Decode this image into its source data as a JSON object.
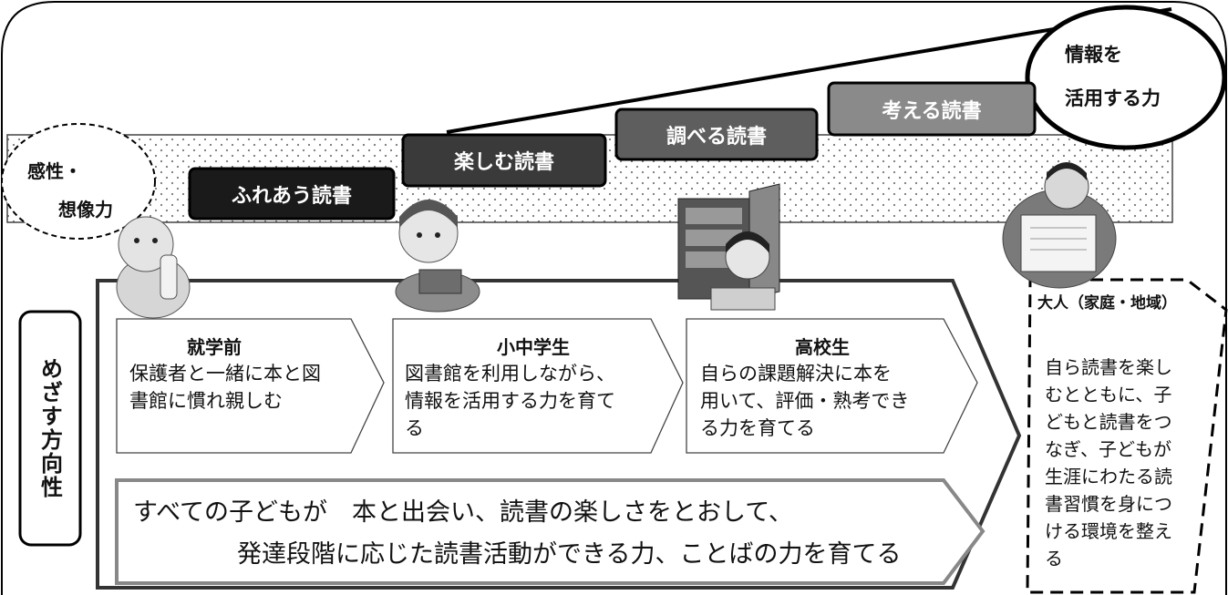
{
  "top": {
    "left_circle": [
      "感性・",
      "想像力"
    ],
    "right_circle": [
      "情報を",
      "活用する力"
    ]
  },
  "steps": [
    {
      "label": "ふれあう読書",
      "fill": "#1a1a1a"
    },
    {
      "label": "楽しむ読書",
      "fill": "#3a3a3a"
    },
    {
      "label": "調べる読書",
      "fill": "#5e5e5e"
    },
    {
      "label": "考える読書",
      "fill": "#8a8a8a"
    }
  ],
  "side_label": "めざす方向性",
  "stages": [
    {
      "title": "就学前",
      "lines": [
        "保護者と一緒に本と図",
        "書館に慣れ親しむ"
      ]
    },
    {
      "title": "小中学生",
      "lines": [
        "図書館を利用しながら、",
        "情報を活用する力を育て",
        "る"
      ]
    },
    {
      "title": "高校生",
      "lines": [
        "自らの課題解決に本を",
        "用いて、評価・熟考でき",
        "る力を育てる"
      ]
    }
  ],
  "goal_lines": [
    "すべての子どもが　本と出会い、読書の楽しさをとおして、",
    "発達段階に応じた読書活動ができる力、ことばの力を育てる"
  ],
  "adult": {
    "title": "大人（家庭・地域）",
    "lines": [
      "自ら読書を楽し",
      "むとともに、子",
      "どもと読書をつ",
      "なぎ、子どもが",
      "生涯にわたる読",
      "書習慣を身につ",
      "ける環境を整え",
      "る"
    ]
  }
}
